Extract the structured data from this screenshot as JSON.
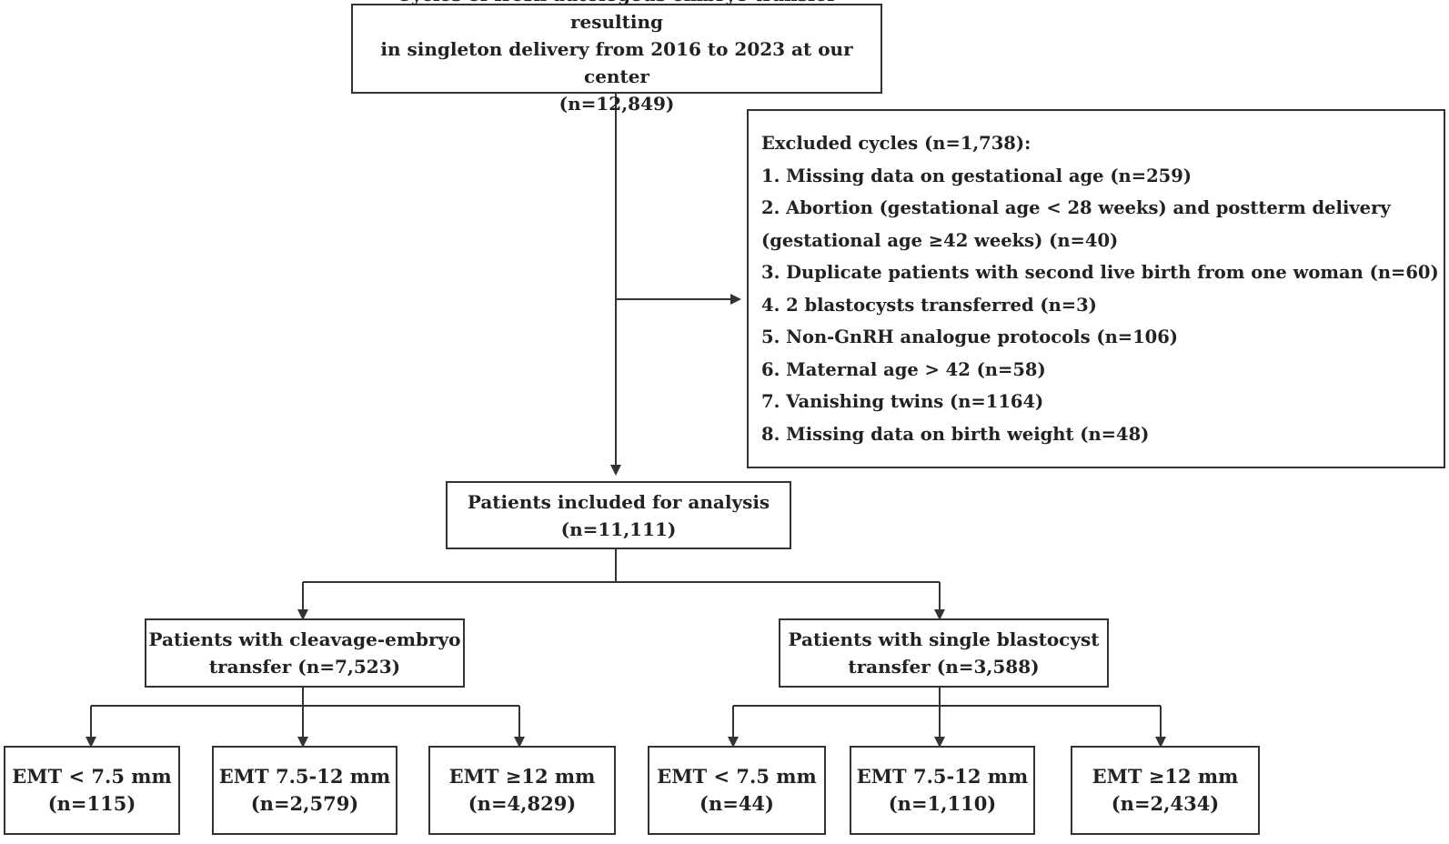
{
  "source": {
    "line1": "Cycles of fresh autologous embryo transfer resulting",
    "line2": "in singleton delivery from 2016 to 2023 at our center",
    "n": "(n=12,849)"
  },
  "excluded": {
    "title": "Excluded cycles (n=1,738):",
    "items": [
      "1. Missing data on gestational age (n=259)",
      "2. Abortion (gestational age  < 28 weeks) and postterm delivery",
      "(gestational age ≥42 weeks) (n=40)",
      "3. Duplicate patients with second live birth from one woman (n=60)",
      "4. 2 blastocysts transferred (n=3)",
      "5. Non-GnRH analogue protocols (n=106)",
      "6. Maternal age  > 42 (n=58)",
      "7. Vanishing twins (n=1164)",
      "8. Missing data on birth weight (n=48)"
    ]
  },
  "included": {
    "line1": "Patients included for analysis",
    "n": "(n=11,111)"
  },
  "cleavage": {
    "line1": "Patients with cleavage-embryo",
    "line2": "transfer (n=7,523)"
  },
  "blastocyst": {
    "line1": "Patients with single blastocyst",
    "line2": "transfer (n=3,588)"
  },
  "cleavage_groups": [
    {
      "label": "EMT < 7.5 mm",
      "n": "(n=115)"
    },
    {
      "label": "EMT 7.5-12 mm",
      "n": "(n=2,579)"
    },
    {
      "label": "EMT ≥12 mm",
      "n": "(n=4,829)"
    }
  ],
  "blastocyst_groups": [
    {
      "label": "EMT < 7.5 mm",
      "n": "(n=44)"
    },
    {
      "label": "EMT 7.5-12 mm",
      "n": "(n=1,110)"
    },
    {
      "label": "EMT ≥12 mm",
      "n": "(n=2,434)"
    }
  ]
}
